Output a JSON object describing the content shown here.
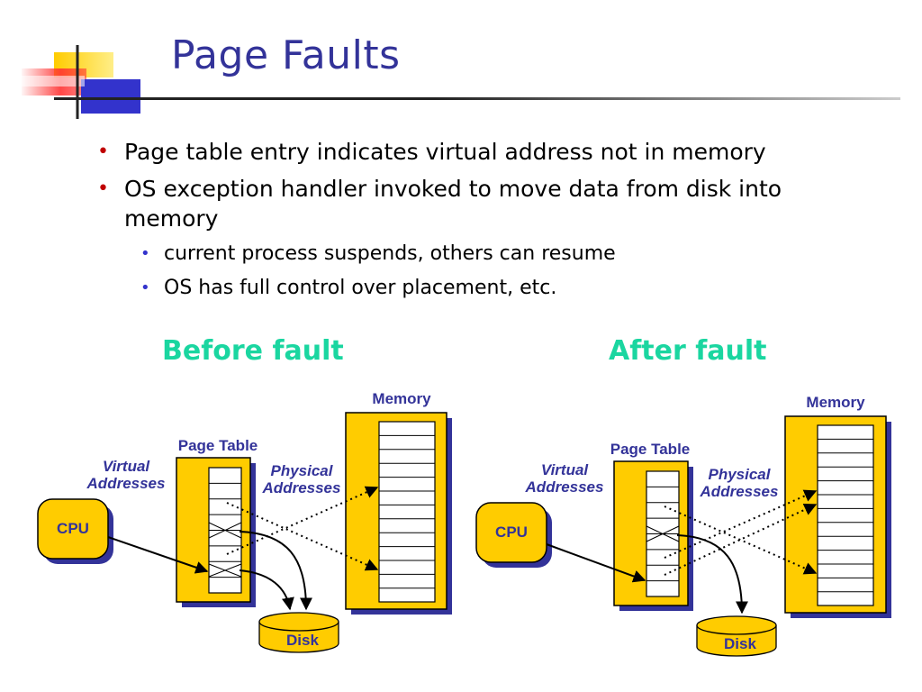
{
  "slide": {
    "title": "Page Faults",
    "bullets": [
      {
        "text": "Page table entry indicates virtual address not in memory",
        "sub": []
      },
      {
        "text": "OS exception handler invoked to move data from disk into memory",
        "sub": [
          "current process suspends, others can resume",
          "OS has full control over placement, etc."
        ]
      }
    ]
  },
  "diagrams": {
    "before": {
      "heading": "Before fault",
      "memory_label": "Memory",
      "page_table_label": "Page Table",
      "virtual_label_1": "Virtual",
      "virtual_label_2": "Addresses",
      "physical_label_1": "Physical",
      "physical_label_2": "Addresses",
      "cpu_label": "CPU",
      "disk_label": "Disk"
    },
    "after": {
      "heading": "After fault",
      "memory_label": "Memory",
      "page_table_label": "Page Table",
      "virtual_label_1": "Virtual",
      "virtual_label_2": "Addresses",
      "physical_label_1": "Physical",
      "physical_label_2": "Addresses",
      "cpu_label": "CPU",
      "disk_label": "Disk"
    }
  },
  "colors": {
    "title": "#333399",
    "heading": "#1ad6a0",
    "box_fill": "#ffcc00",
    "label_blue": "#333399"
  }
}
